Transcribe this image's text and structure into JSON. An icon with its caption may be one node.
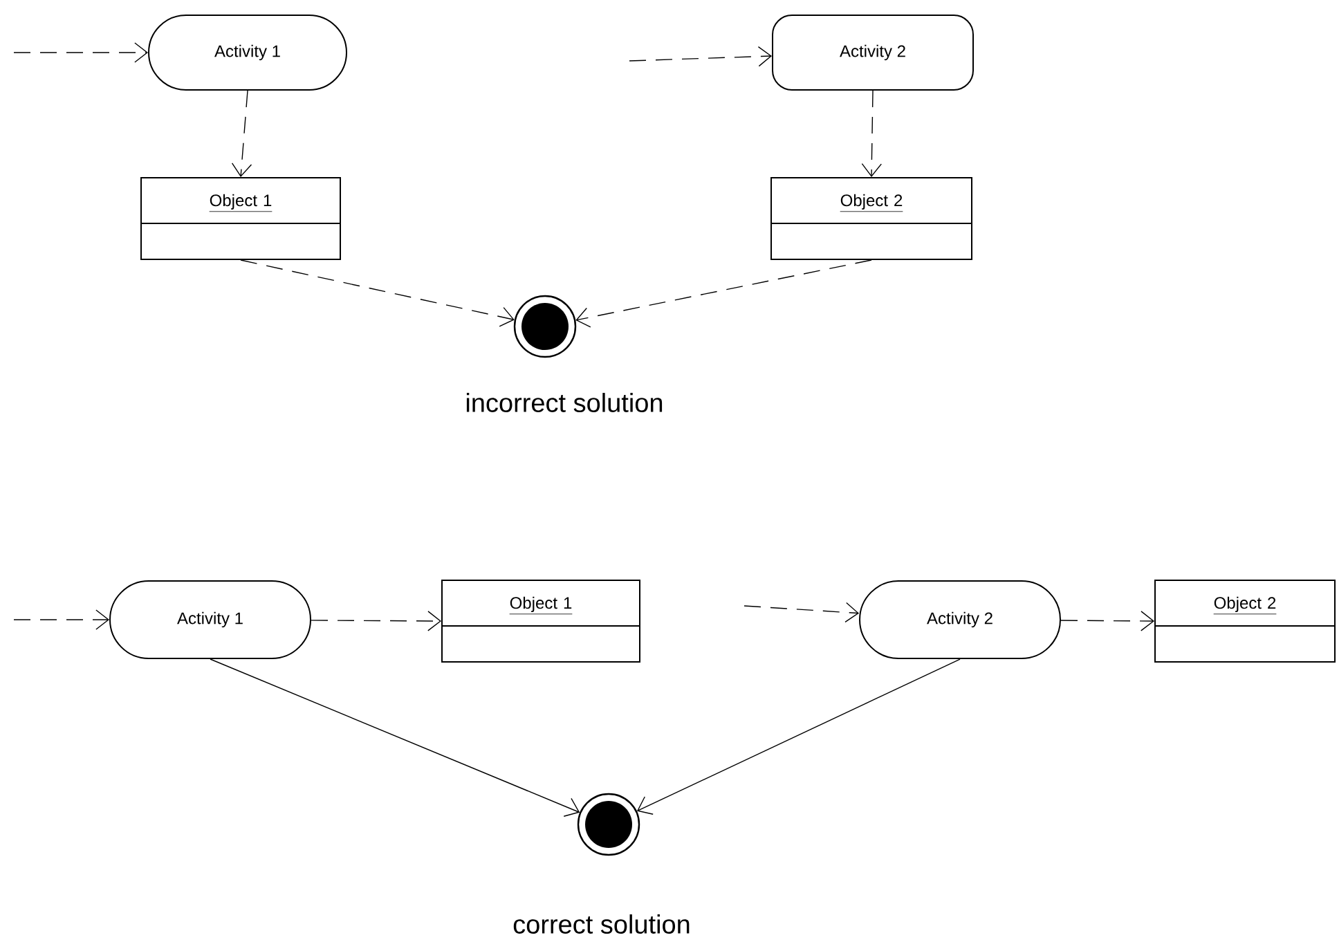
{
  "diagram": {
    "nodes": [
      {
        "text": [
          "Activity 1"
        ]
      },
      {
        "text": [
          "Activity 2"
        ]
      },
      {
        "text": [
          "Object 1"
        ]
      },
      {
        "text": [
          "Object 2"
        ]
      },
      {
        "text": [],
        "shape": "circle"
      },
      {
        "text": [
          "Activity 1"
        ]
      },
      {
        "text": [
          "Object 1"
        ]
      },
      {
        "text": [
          "Activity 2"
        ]
      },
      {
        "text": [
          "Object 2"
        ]
      },
      {
        "text": [],
        "shape": "circle"
      }
    ],
    "edges": [
      {
        "from": null,
        "to": 0,
        "arrow": "to",
        "style": "dashed"
      },
      {
        "from": null,
        "to": 1,
        "arrow": "to",
        "style": "dashed"
      },
      {
        "from": 0,
        "to": 2,
        "arrow": "to",
        "style": "dashed"
      },
      {
        "from": 1,
        "to": 3,
        "arrow": "to",
        "style": "dashed"
      },
      {
        "from": 2,
        "to": 4,
        "arrow": "to",
        "style": "dashed"
      },
      {
        "from": 3,
        "to": 4,
        "arrow": "to",
        "style": "dashed"
      },
      {
        "from": null,
        "to": 5,
        "arrow": "to",
        "style": "dashed"
      },
      {
        "from": 5,
        "to": 6,
        "arrow": "to",
        "style": "dashed"
      },
      {
        "from": null,
        "to": 7,
        "arrow": "to",
        "style": "dashed"
      },
      {
        "from": 7,
        "to": 8,
        "arrow": "to",
        "style": "dashed"
      },
      {
        "from": 5,
        "to": 9,
        "arrow": "to"
      },
      {
        "from": 7,
        "to": 9,
        "arrow": "to"
      }
    ],
    "labels": [
      "incorrect solution",
      "correct solution"
    ]
  }
}
